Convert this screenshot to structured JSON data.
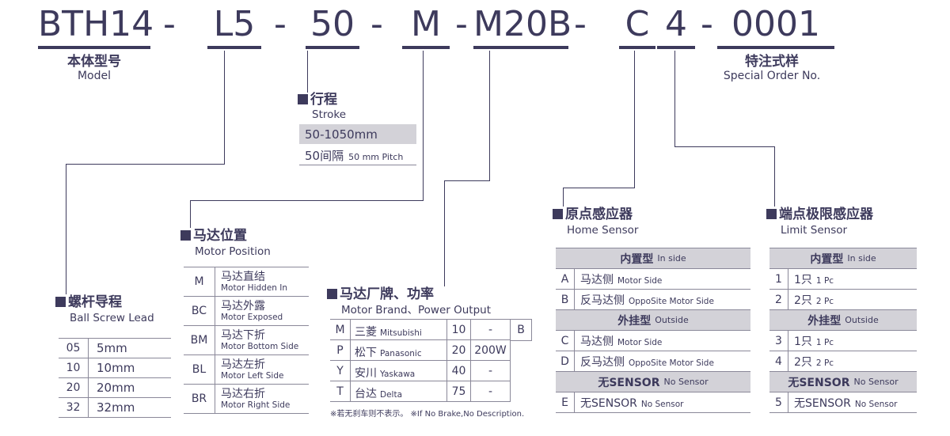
{
  "colors": {
    "ink": "#3d3a5c",
    "table_line": "#8a8899",
    "header_row_bg": "#d3d2d8",
    "background": "#ffffff"
  },
  "model_code": {
    "separator": "-",
    "segments": [
      "BTH14",
      "L5",
      "50",
      "M",
      "M20B",
      "C",
      "4",
      "0001"
    ]
  },
  "labels": {
    "model": {
      "zh": "本体型号",
      "en": "Model"
    },
    "special_order": {
      "zh": "特注式样",
      "en": "Special Order No."
    }
  },
  "sections": {
    "stroke": {
      "title_zh": "行程",
      "title_en": "Stroke",
      "range": "50-1050mm",
      "pitch_zh": "50间隔",
      "pitch_en": "50 mm Pitch"
    },
    "ball_screw_lead": {
      "title_zh": "螺杆导程",
      "title_en": "Ball Screw Lead",
      "rows": [
        {
          "code": "05",
          "value": "5mm"
        },
        {
          "code": "10",
          "value": "10mm"
        },
        {
          "code": "20",
          "value": "20mm"
        },
        {
          "code": "32",
          "value": "32mm"
        }
      ]
    },
    "motor_position": {
      "title_zh": "马达位置",
      "title_en": "Motor Position",
      "rows": [
        {
          "code": "M",
          "zh": "马达直结",
          "en": "Motor Hidden In"
        },
        {
          "code": "BC",
          "zh": "马达外露",
          "en": "Motor Exposed"
        },
        {
          "code": "BM",
          "zh": "马达下折",
          "en": "Motor Bottom Side"
        },
        {
          "code": "BL",
          "zh": "马达左折",
          "en": "Motor Left Side"
        },
        {
          "code": "BR",
          "zh": "马达右折",
          "en": "Motor Right Side"
        }
      ]
    },
    "motor_brand": {
      "title_zh": "马达厂牌、功率",
      "title_en": "Motor Brand、Power Output",
      "rows": [
        {
          "code": "M",
          "brand_zh": "三菱",
          "brand_en": "Mitsubishi",
          "power_code": "10",
          "power": "-",
          "brake": "B"
        },
        {
          "code": "P",
          "brand_zh": "松下",
          "brand_en": "Panasonic",
          "power_code": "20",
          "power": "200W",
          "brake": ""
        },
        {
          "code": "Y",
          "brand_zh": "安川",
          "brand_en": "Yaskawa",
          "power_code": "40",
          "power": "-",
          "brake": ""
        },
        {
          "code": "T",
          "brand_zh": "台达",
          "brand_en": "Delta",
          "power_code": "75",
          "power": "-",
          "brake": ""
        }
      ],
      "footnote": "※若无刹车则不表示。 ※If No Brake,No Description."
    },
    "home_sensor": {
      "title_zh": "原点感应器",
      "title_en": "Home Sensor",
      "rows": [
        {
          "kind": "header",
          "zh": "内置型",
          "en": "In side"
        },
        {
          "kind": "item",
          "code": "A",
          "zh": "马达侧",
          "en": "Motor Side"
        },
        {
          "kind": "item",
          "code": "B",
          "zh": "反马达侧",
          "en": "OppoSite Motor Side"
        },
        {
          "kind": "header",
          "zh": "外挂型",
          "en": "Outside"
        },
        {
          "kind": "item",
          "code": "C",
          "zh": "马达侧",
          "en": "Motor Side"
        },
        {
          "kind": "item",
          "code": "D",
          "zh": "反马达侧",
          "en": "OppoSite Motor Side"
        },
        {
          "kind": "header",
          "zh": "无SENSOR",
          "en": "No Sensor"
        },
        {
          "kind": "item",
          "code": "E",
          "zh": "无SENSOR",
          "en": "No Sensor"
        }
      ]
    },
    "limit_sensor": {
      "title_zh": "端点极限感应器",
      "title_en": "Limit Sensor",
      "rows": [
        {
          "kind": "header",
          "zh": "内置型",
          "en": "In side"
        },
        {
          "kind": "item",
          "code": "1",
          "zh": "1只",
          "en": "1 Pc"
        },
        {
          "kind": "item",
          "code": "2",
          "zh": "2只",
          "en": "2 Pc"
        },
        {
          "kind": "header",
          "zh": "外挂型",
          "en": "Outside"
        },
        {
          "kind": "item",
          "code": "3",
          "zh": "1只",
          "en": "1 Pc"
        },
        {
          "kind": "item",
          "code": "4",
          "zh": "2只",
          "en": "2 Pc"
        },
        {
          "kind": "header",
          "zh": "无SENSOR",
          "en": "No Sensor"
        },
        {
          "kind": "item",
          "code": "5",
          "zh": "无SENSOR",
          "en": "No Sensor"
        }
      ]
    }
  }
}
